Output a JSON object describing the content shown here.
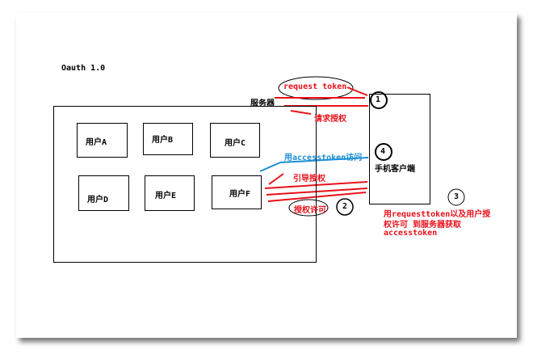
{
  "title": "Oauth 1.0",
  "server_label": "服务器",
  "client_label": "手机客户端",
  "users": [
    "用户A",
    "用户B",
    "用户C",
    "用户D",
    "用户E",
    "用户F"
  ],
  "arrows": {
    "request_token": "request token",
    "request_auth": "请求授权",
    "access_with_token": "用accesstoken访问",
    "guide_auth": "引导授权",
    "grant_permission": "授权许可",
    "exchange_line1": "用requesttoken以及用户授",
    "exchange_line2": "权许可 到服务器获取",
    "exchange_line3": "accesstoken"
  },
  "steps": [
    "1",
    "2",
    "3",
    "4"
  ],
  "colors": {
    "red": "#e8101a",
    "blue": "#1a8ed6",
    "black": "#000000"
  }
}
